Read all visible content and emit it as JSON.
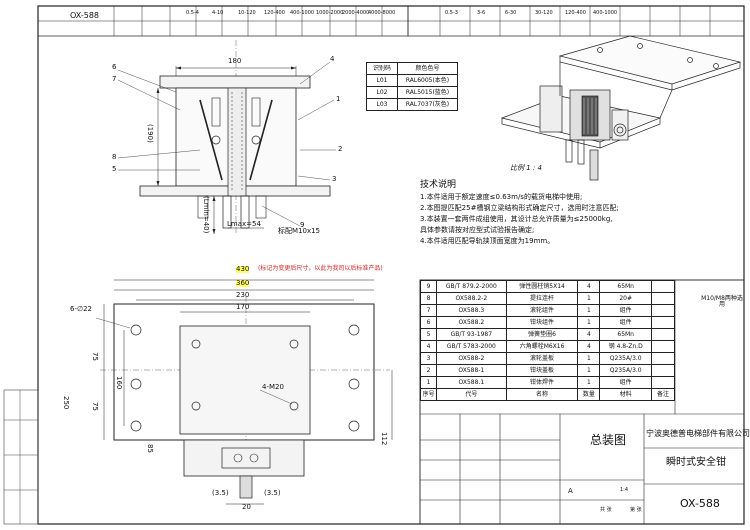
{
  "drawing": {
    "code": "OX-588",
    "title": "总装图",
    "company": "宁波奥德普电梯部件有限公司",
    "product": "瞬时式安全钳",
    "scale": "比例 1 : 4"
  },
  "color_table": {
    "headers": [
      "识别码",
      "颜色色号"
    ],
    "rows": [
      [
        "L01",
        "RAL6005(本色)"
      ],
      [
        "L02",
        "RAL5015(蓝色)"
      ],
      [
        "L03",
        "RAL7037(灰色)"
      ]
    ]
  },
  "tech_notes": {
    "title": "技术说明",
    "lines": [
      "1.本件适用于额定速度≤0.63m/s的载货电梯中使用;",
      "2.本图提匹配25#槽钢立梁结构形式确定尺寸，选用时注意匹配;",
      "3.本装置一套两件成组使用，其设计总允许质量为≤25000kg,",
      "   具体参数请按对应型式试验报告确定;",
      "4.本件适用匹配导轨挟顶面宽度为19mm。"
    ]
  },
  "dimensions": {
    "d180": "180",
    "d190": "(190)",
    "d_lmin": "(Lmin=40)",
    "d_lmax": "Lmax=54",
    "bolt": "标配M10x15",
    "d430": "430",
    "d360": "360",
    "d230": "230",
    "d170": "170",
    "holes": "6-∅22",
    "m20": "4-M20",
    "d75a": "75",
    "d160": "160",
    "d75b": "75",
    "d250": "250",
    "d85": "85",
    "d112": "112",
    "d35a": "(3.5)",
    "d20": "20",
    "d35b": "(3.5)",
    "remark": "(标记为变更后尺寸，以此为我司以后标准产品)"
  },
  "balloons": [
    "6",
    "7",
    "8",
    "5",
    "4",
    "1",
    "2",
    "3",
    "9"
  ],
  "bom": {
    "rows": [
      [
        "9",
        "GB/T 879.2-2000",
        "弹性圆柱销5X14",
        "4",
        "65Mn",
        ""
      ],
      [
        "8",
        "OX588.2-2",
        "提拉连杆",
        "1",
        "20#",
        ""
      ],
      [
        "7",
        "OX588.3",
        "滚轮组件",
        "1",
        "组件",
        ""
      ],
      [
        "6",
        "OX588.2",
        "钳块组件",
        "1",
        "组件",
        ""
      ],
      [
        "5",
        "GB/T 93-1987",
        "弹簧垫圈6",
        "4",
        "65Mn",
        ""
      ],
      [
        "4",
        "GB/T 5783-2000",
        "六角螺栓M6X16",
        "4",
        "钢 4.8-Zn.D",
        ""
      ],
      [
        "3",
        "OX588-2",
        "滚轮盖板",
        "1",
        "Q235A/3.0",
        ""
      ],
      [
        "2",
        "OX588-1",
        "钳块盖板",
        "1",
        "Q235A/3.0",
        ""
      ],
      [
        "1",
        "OX588.1",
        "钳体焊件",
        "1",
        "组件",
        ""
      ]
    ],
    "header": [
      "序号",
      "代号",
      "名称",
      "数量",
      "材料",
      "备注"
    ],
    "note": "M10/M8两种选用"
  },
  "title_block": {
    "a": "A",
    "scale_a": "1:4",
    "sheets": "共 张",
    "sheet": "第 张"
  },
  "top_strip": {
    "code": "OX-588",
    "cells": [
      "0.5-4",
      "4-10",
      "10-120",
      "120-400",
      "400-1000",
      "1000-2000",
      "2000-4000",
      "4000-8000",
      "0.5-3",
      "3-6",
      "6-30",
      "30-120",
      "120-400",
      "400-1000"
    ]
  }
}
